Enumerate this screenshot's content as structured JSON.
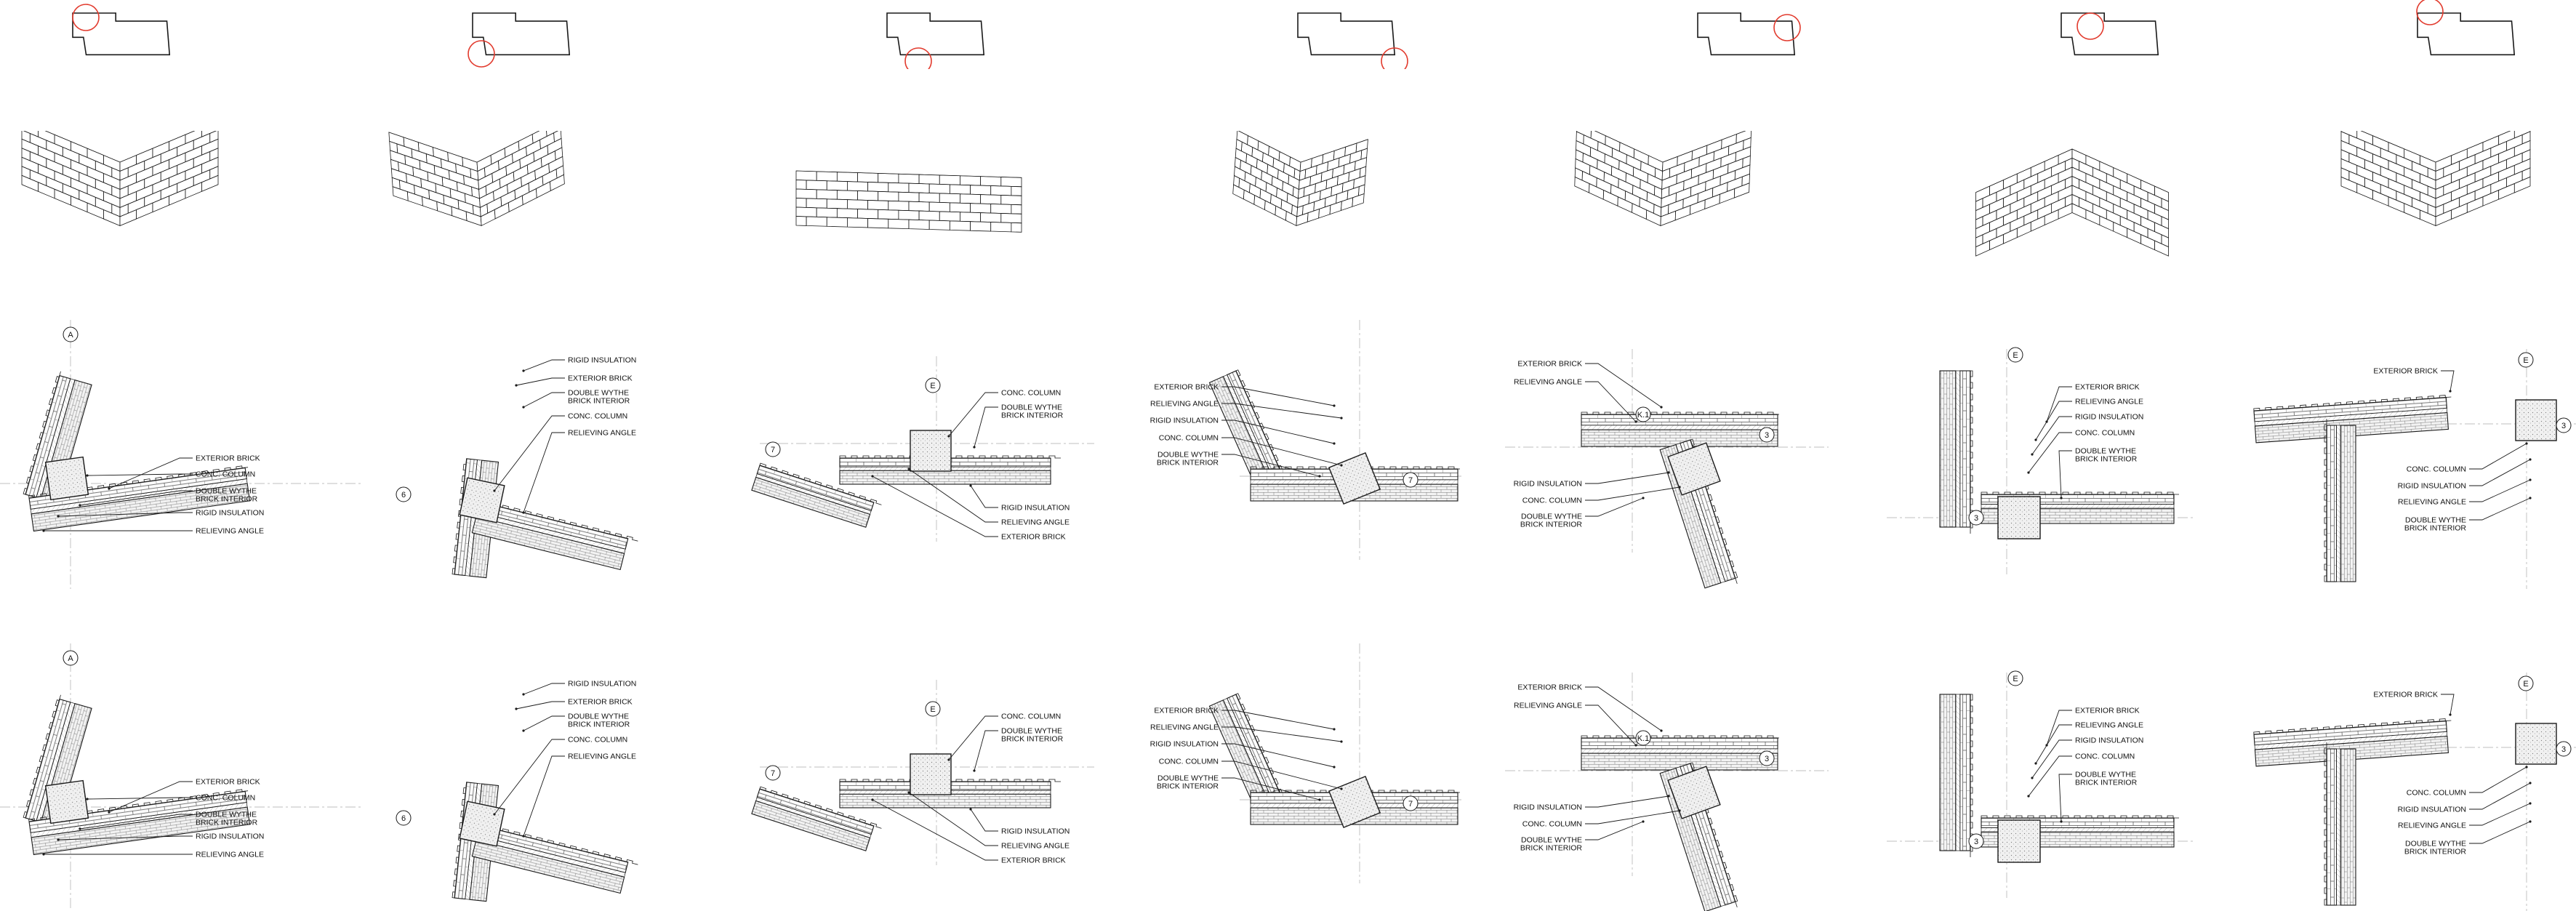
{
  "sheet": {
    "columns": [
      {
        "section_a": {
          "grid_bubble": "A",
          "labels": [
            "EXTERIOR BRICK",
            "CONC. COLUMN",
            "DOUBLE WYTHE\nBRICK INTERIOR",
            "RIGID INSULATION",
            "RELIEVING ANGLE"
          ]
        },
        "section_b": {
          "grid_bubble": "A",
          "labels": [
            "EXTERIOR BRICK",
            "CONC. COLUMN",
            "DOUBLE WYTHE\nBRICK INTERIOR",
            "RIGID INSULATION",
            "RELIEVING ANGLE"
          ]
        }
      },
      {
        "section_a": {
          "grid_bubble": "6",
          "labels": [
            "RIGID INSULATION",
            "EXTERIOR BRICK",
            "DOUBLE WYTHE\nBRICK INTERIOR",
            "CONC. COLUMN",
            "RELIEVING ANGLE"
          ]
        },
        "section_b": {
          "grid_bubble": "6",
          "labels": [
            "RIGID INSULATION",
            "EXTERIOR BRICK",
            "DOUBLE WYTHE\nBRICK INTERIOR",
            "CONC. COLUMN",
            "RELIEVING ANGLE"
          ]
        }
      },
      {
        "section_a": {
          "grid_bubbles": [
            "E",
            "7"
          ],
          "labels": [
            "CONC. COLUMN",
            "DOUBLE WYTHE\nBRICK INTERIOR",
            "RIGID INSULATION",
            "RELIEVING ANGLE",
            "EXTERIOR BRICK"
          ]
        },
        "section_b": {
          "grid_bubbles": [
            "E",
            "7"
          ],
          "labels": [
            "CONC. COLUMN",
            "DOUBLE WYTHE\nBRICK INTERIOR",
            "RIGID INSULATION",
            "RELIEVING ANGLE",
            "EXTERIOR BRICK"
          ]
        }
      },
      {
        "section_a": {
          "grid_bubble": "7",
          "labels": [
            "EXTERIOR BRICK",
            "RELIEVING ANGLE",
            "RIGID INSULATION",
            "CONC. COLUMN",
            "DOUBLE WYTHE\nBRICK INTERIOR"
          ]
        },
        "section_b": {
          "grid_bubble": "7",
          "labels": [
            "EXTERIOR BRICK",
            "RELIEVING ANGLE",
            "RIGID INSULATION",
            "CONC. COLUMN",
            "DOUBLE WYTHE\nBRICK INTERIOR"
          ]
        }
      },
      {
        "section_a": {
          "grid_bubbles": [
            "K.1",
            "3"
          ],
          "labels": [
            "EXTERIOR BRICK",
            "RELIEVING ANGLE",
            "RIGID INSULATION",
            "CONC. COLUMN",
            "DOUBLE WYTHE\nBRICK INTERIOR"
          ]
        },
        "section_b": {
          "grid_bubbles": [
            "K.1",
            "3"
          ],
          "labels": [
            "EXTERIOR BRICK",
            "RELIEVING ANGLE",
            "RIGID INSULATION",
            "CONC. COLUMN",
            "DOUBLE WYTHE\nBRICK INTERIOR"
          ]
        }
      },
      {
        "section_a": {
          "grid_bubbles": [
            "E",
            "3"
          ],
          "labels": [
            "EXTERIOR BRICK",
            "RELIEVING ANGLE",
            "RIGID INSULATION",
            "CONC. COLUMN",
            "DOUBLE WYTHE\nBRICK INTERIOR"
          ]
        },
        "section_b": {
          "grid_bubbles": [
            "E",
            "3"
          ],
          "labels": [
            "EXTERIOR BRICK",
            "RELIEVING ANGLE",
            "RIGID INSULATION",
            "CONC. COLUMN",
            "DOUBLE WYTHE\nBRICK INTERIOR"
          ]
        }
      },
      {
        "section_a": {
          "grid_bubbles": [
            "E",
            "3"
          ],
          "labels": [
            "EXTERIOR BRICK",
            "CONC. COLUMN",
            "RIGID INSULATION",
            "RELIEVING ANGLE",
            "DOUBLE WYTHE\nBRICK INTERIOR"
          ]
        },
        "section_b": {
          "grid_bubbles": [
            "E",
            "3"
          ],
          "labels": [
            "EXTERIOR BRICK",
            "CONC. COLUMN",
            "RIGID INSULATION",
            "RELIEVING ANGLE",
            "DOUBLE WYTHE\nBRICK INTERIOR"
          ]
        }
      }
    ],
    "highlight_color": "#e23b2e",
    "line_color": "#1a1a1a"
  }
}
